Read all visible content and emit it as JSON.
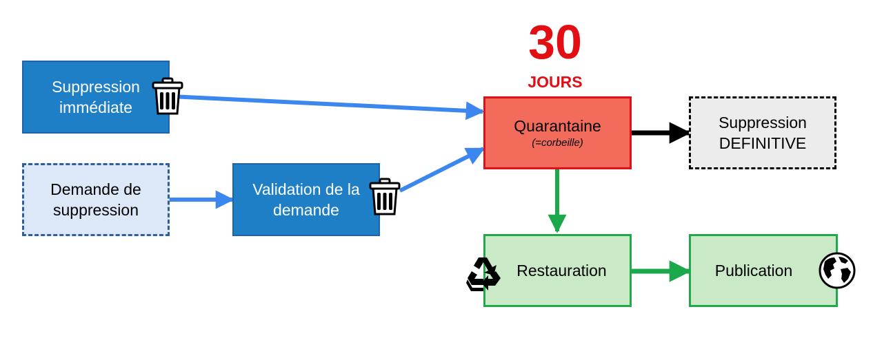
{
  "boxes": {
    "immediate": "Suppression immédiate",
    "request": "Demande de suppression",
    "validation": "Validation de la demande",
    "quarantine": "Quarantaine",
    "quarantine_note": "(=corbeille)",
    "definitive": "Suppression DEFINITIVE",
    "restore": "Restauration",
    "publication": "Publication"
  },
  "quarantine_period": {
    "number": "30",
    "unit": "JOURS"
  },
  "colors": {
    "blue_arrow": "#3b86ef",
    "green_arrow": "#1ba84b",
    "black_arrow": "#000000",
    "days_red": "#e30d14"
  },
  "icons": [
    "trash-icon",
    "trash-icon",
    "recycle-icon",
    "globe-icon"
  ]
}
